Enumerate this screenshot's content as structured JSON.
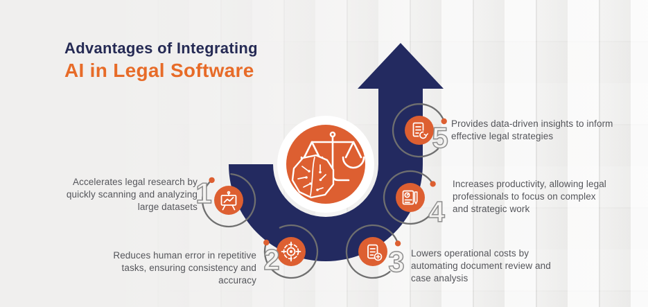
{
  "title": {
    "line1": "Advantages of Integrating",
    "line2": "AI in Legal Software"
  },
  "center": {
    "icon": "ai-brain-justice-scale-icon"
  },
  "items": [
    {
      "number": "1",
      "icon": "presentation-chart-icon",
      "text": "Accelerates legal research by quickly scanning and analyzing large datasets"
    },
    {
      "number": "2",
      "icon": "target-icon",
      "text": "Reduces human error in repetitive tasks, ensuring consistency and accuracy"
    },
    {
      "number": "3",
      "icon": "document-add-icon",
      "text": "Lowers operational costs by automating document review and case analysis"
    },
    {
      "number": "4",
      "icon": "newspaper-pen-icon",
      "text": "Increases productivity, allowing legal professionals to focus on complex and strategic work"
    },
    {
      "number": "5",
      "icon": "document-sync-icon",
      "text": "Provides data-driven insights to inform effective legal strategies"
    }
  ],
  "colors": {
    "navy": "#232a60",
    "orange": "#dd5f31",
    "title_navy": "#252a54",
    "title_orange": "#e76b28",
    "ring_gray": "#6f6f6f",
    "text_gray": "#54555a",
    "background": "#f0efee"
  }
}
